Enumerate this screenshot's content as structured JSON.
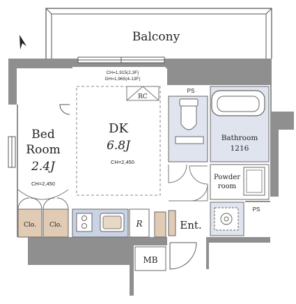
{
  "colors": {
    "wall": "#8f8f8f",
    "wetArea": "#dfe4ee",
    "closet": "#e2cbb5",
    "kitchen": "#c9d3e3",
    "line": "#555555"
  },
  "rooms": {
    "balcony": {
      "label": "Balcony"
    },
    "dk": {
      "label": "DK",
      "size": "6.8J",
      "ceiling": "CH=2,450",
      "ceiling_note_1": "CH=1,915(2,3F)",
      "ceiling_note_2": "GH=1,965(4-13F)",
      "rc": "RC"
    },
    "bedroom": {
      "label_line1": "Bed",
      "label_line2": "Room",
      "size": "2.4J",
      "ceiling": "CH=2,450"
    },
    "closets": [
      {
        "label": "Clo."
      },
      {
        "label": "Clo."
      }
    ],
    "bathroom": {
      "label": "Bathroom",
      "size": "1216"
    },
    "powder_room": {
      "label_line1": "Powder",
      "label_line2": "room"
    },
    "entrance": {
      "label": "Ent."
    },
    "mb": {
      "label": "MB"
    },
    "ps_top": {
      "label": "PS"
    },
    "ps_right": {
      "label": "PS"
    },
    "fridge": {
      "label": "R"
    }
  },
  "icons": {
    "compass": "north-arrow-icon"
  }
}
